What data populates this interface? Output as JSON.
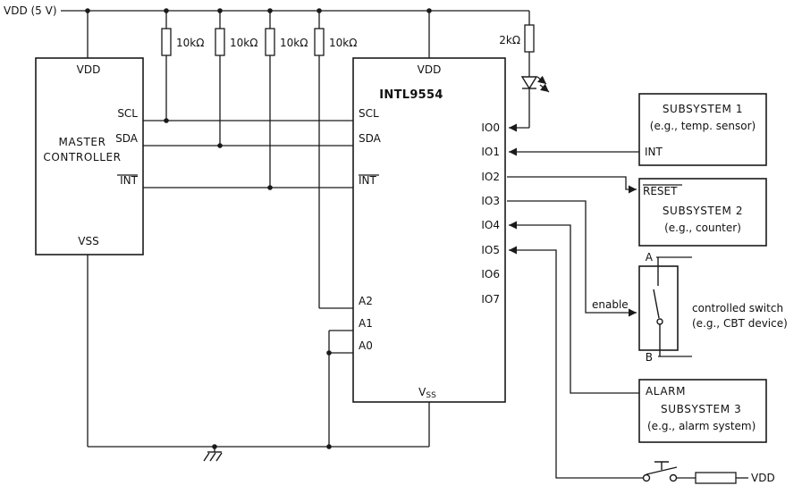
{
  "power_rail": {
    "label": "VDD (5 V)"
  },
  "resistors": {
    "r1": {
      "value": "10kΩ"
    },
    "r2": {
      "value": "10kΩ"
    },
    "r3": {
      "value": "10kΩ"
    },
    "r4": {
      "value": "10kΩ"
    },
    "r_led": {
      "value": "2kΩ"
    }
  },
  "master_controller": {
    "pin_vdd": "VDD",
    "pin_scl": "SCL",
    "name_line1": "MASTER",
    "name_line2": "CONTROLLER",
    "pin_sda": "SDA",
    "pin_int": "INT",
    "pin_vss": "VSS"
  },
  "io_expander": {
    "name": "INTL9554",
    "pin_vdd": "VDD",
    "pin_scl": "SCL",
    "pin_sda": "SDA",
    "pin_int": "INT",
    "pin_a2": "A2",
    "pin_a1": "A1",
    "pin_a0": "A0",
    "pin_vss_main": "V",
    "pin_vss_sub": "SS",
    "io_pins": [
      "IO0",
      "IO1",
      "IO2",
      "IO3",
      "IO4",
      "IO5",
      "IO6",
      "IO7"
    ]
  },
  "subsystem1": {
    "title": "SUBSYSTEM 1",
    "subtitle": "(e.g., temp. sensor)",
    "pin_int": "INT"
  },
  "subsystem2": {
    "pin_reset": "RESET",
    "title": "SUBSYSTEM 2",
    "subtitle": "(e.g., counter)"
  },
  "controlled_switch": {
    "terminal_a": "A",
    "terminal_b": "B",
    "signal_enable": "enable",
    "caption_line1": "controlled switch",
    "caption_line2": "(e.g., CBT device)"
  },
  "subsystem3": {
    "title_line1": "ALARM",
    "title_line2": "SUBSYSTEM 3",
    "subtitle": "(e.g., alarm system)"
  },
  "pushbutton": {
    "vdd_label": "VDD"
  }
}
